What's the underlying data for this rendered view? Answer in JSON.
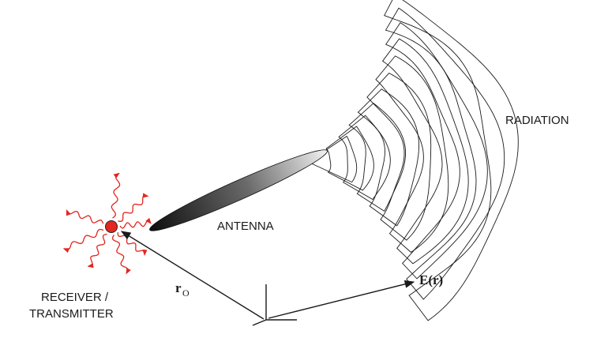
{
  "labels": {
    "radiation": "RADIATION",
    "antenna": "ANTENNA",
    "receiver_line1": "RECEIVER /",
    "receiver_line2": "TRANSMITTER",
    "position_symbol": "r",
    "position_subscript": "O",
    "field_symbol": "E(r)"
  },
  "colors": {
    "ink": "#1a1a1a",
    "receiver_dot": "#e3261f",
    "wave_arrows": "#e3261f"
  },
  "icons": {
    "receiver": "red-dot-with-wavy-arrows",
    "antenna": "gradient-ellipse",
    "radiation": "nested-lobe-contours",
    "origin": "coordinate-axes"
  }
}
